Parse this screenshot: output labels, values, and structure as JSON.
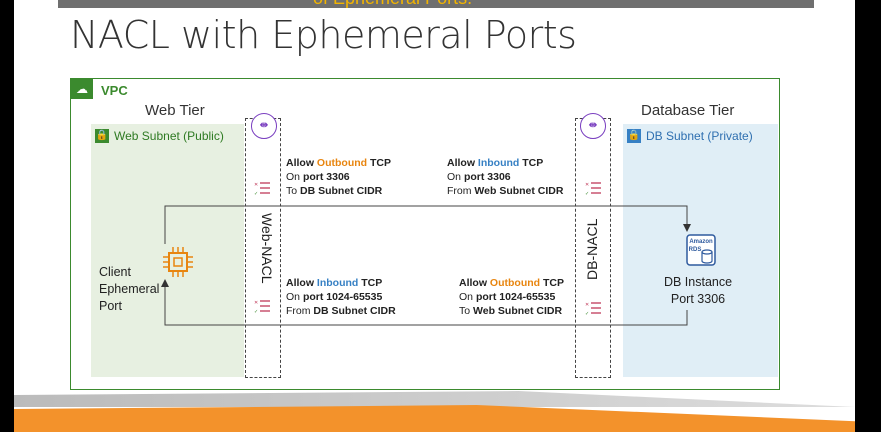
{
  "header": {
    "clipped_text": "of Ephemeral Ports.",
    "title": "NACL with Ephemeral Ports"
  },
  "vpc": {
    "label": "VPC"
  },
  "web_tier": {
    "label": "Web Tier",
    "subnet_label": "Web Subnet (Public)",
    "nacl_label": "Web-NACL"
  },
  "db_tier": {
    "label": "Database Tier",
    "subnet_label": "DB Subnet (Private)",
    "nacl_label": "DB-NACL"
  },
  "rules": {
    "web_out": {
      "allow": "Allow",
      "dir": "Outbound",
      "proto": "TCP",
      "on": "On",
      "port": "port 3306",
      "to": "To",
      "cidr": "DB Subnet CIDR"
    },
    "db_in": {
      "allow": "Allow",
      "dir": "Inbound",
      "proto": "TCP",
      "on": "On",
      "port": "port 3306",
      "to": "From",
      "cidr": "Web Subnet CIDR"
    },
    "web_in": {
      "allow": "Allow",
      "dir": "Inbound",
      "proto": "TCP",
      "on": "On",
      "port": "port 1024-65535",
      "to": "From",
      "cidr": "DB Subnet CIDR"
    },
    "db_out": {
      "allow": "Allow",
      "dir": "Outbound",
      "proto": "TCP",
      "on": "On",
      "port": "port 1024-65535",
      "to": "To",
      "cidr": "Web Subnet CIDR"
    }
  },
  "client": {
    "line1": "Client",
    "line2": "Ephemeral",
    "line3": "Port"
  },
  "db_instance": {
    "line1": "DB Instance",
    "line2": "Port 3306",
    "icon_text1": "Amazon",
    "icon_text2": "RDS"
  },
  "colors": {
    "vpc_green": "#3b8a2e",
    "nacl_purple": "#7a3fc0",
    "outbound": "#e8850f",
    "inbound": "#3680c4",
    "public_bg": "#e7f0e1",
    "private_bg": "#e0eef6"
  },
  "icons": {
    "vpc": "cloud-lock-icon",
    "subnet": "lock-icon",
    "nacl": "network-acl-icon",
    "rule": "rule-list-icon",
    "ec2": "chip-icon",
    "rds": "database-icon"
  }
}
